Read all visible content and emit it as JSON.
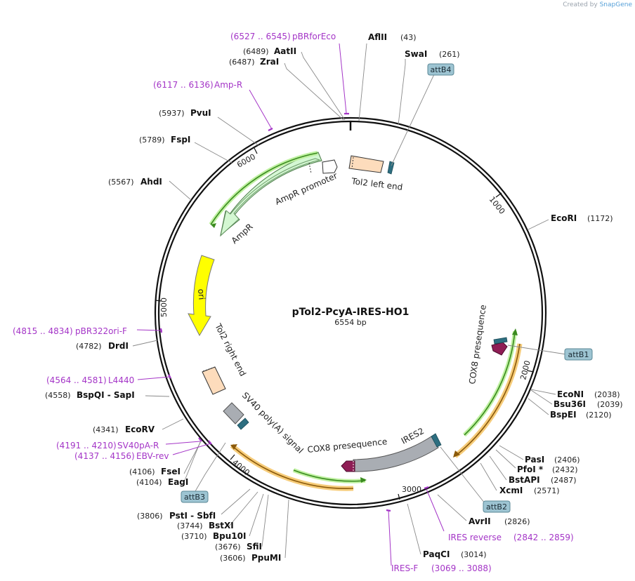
{
  "credit": {
    "prefix": "Created by",
    "brand": "SnapGene"
  },
  "plasmid": {
    "name": "pTol2-PcyA-IRES-HO1",
    "size": "6554 bp"
  },
  "ticks": [
    "1000",
    "2000",
    "3000",
    "4000",
    "5000",
    "6000"
  ],
  "enzymes": [
    {
      "name": "AflII",
      "pos": "(43)"
    },
    {
      "name": "SwaI",
      "pos": "(261)"
    },
    {
      "name": "AatII",
      "pos": "(6489)"
    },
    {
      "name": "ZraI",
      "pos": "(6487)"
    },
    {
      "name": "PvuI",
      "pos": "(5937)"
    },
    {
      "name": "FspI",
      "pos": "(5789)"
    },
    {
      "name": "AhdI",
      "pos": "(5567)"
    },
    {
      "name": "EcoRI",
      "pos": "(1172)"
    },
    {
      "name": "DrdI",
      "pos": "(4782)"
    },
    {
      "name": "BspQI - SapI",
      "pos": "(4558)"
    },
    {
      "name": "EcoRV",
      "pos": "(4341)"
    },
    {
      "name": "FseI",
      "pos": "(4106)"
    },
    {
      "name": "EagI",
      "pos": "(4104)"
    },
    {
      "name": "PstI - SbfI",
      "pos": "(3806)"
    },
    {
      "name": "BstXI",
      "pos": "(3744)"
    },
    {
      "name": "Bpu10I",
      "pos": "(3710)"
    },
    {
      "name": "SfiI",
      "pos": "(3676)"
    },
    {
      "name": "PpuMI",
      "pos": "(3606)"
    },
    {
      "name": "EcoNI",
      "pos": "(2038)"
    },
    {
      "name": "Bsu36I",
      "pos": "(2039)"
    },
    {
      "name": "BspEI",
      "pos": "(2120)"
    },
    {
      "name": "PasI",
      "pos": "(2406)"
    },
    {
      "name": "PfoI *",
      "pos": "(2432)"
    },
    {
      "name": "BstAPI",
      "pos": "(2487)"
    },
    {
      "name": "XcmI",
      "pos": "(2571)"
    },
    {
      "name": "AvrII",
      "pos": "(2826)"
    },
    {
      "name": "PaqCI",
      "pos": "(3014)"
    }
  ],
  "primers": [
    {
      "range": "(6527 .. 6545)",
      "name": "pBRforEco"
    },
    {
      "range": "(6117 .. 6136)",
      "name": "Amp-R"
    },
    {
      "range": "(4815 .. 4834)",
      "name": "pBR322ori-F"
    },
    {
      "range": "(4564 .. 4581)",
      "name": "L4440"
    },
    {
      "range": "(4191 .. 4210)",
      "name": "SV40pA-R"
    },
    {
      "range": "(4137 .. 4156)",
      "name": "EBV-rev"
    },
    {
      "range": "(2842 .. 2859)",
      "name": "IRES reverse"
    },
    {
      "range": "(3069 .. 3088)",
      "name": "IRES-F"
    }
  ],
  "att_sites": [
    "attB4",
    "attB1",
    "attB2",
    "attB3"
  ],
  "features": {
    "tol2_left": "Tol2 left end",
    "ampr_promoter": "AmpR promoter",
    "ampr": "AmpR",
    "ori": "ori",
    "tol2_right": "Tol2 right end",
    "sv40": "SV40 poly(A) signal",
    "cox8_bottom": "COX8 presequence",
    "cox8_right": "COX8 presequence",
    "ires2": "IRES2"
  },
  "colors": {
    "primer": "#a435c7",
    "ampr": "#ccf7cb",
    "ori": "#ffff00",
    "tol2": "#fddcbc",
    "ires": "#a9adb3",
    "cox8": "#8f1d55",
    "att": "#9dc4d2",
    "orf_orange": "#f6cc7a",
    "orf_green": "#bff1a1"
  }
}
